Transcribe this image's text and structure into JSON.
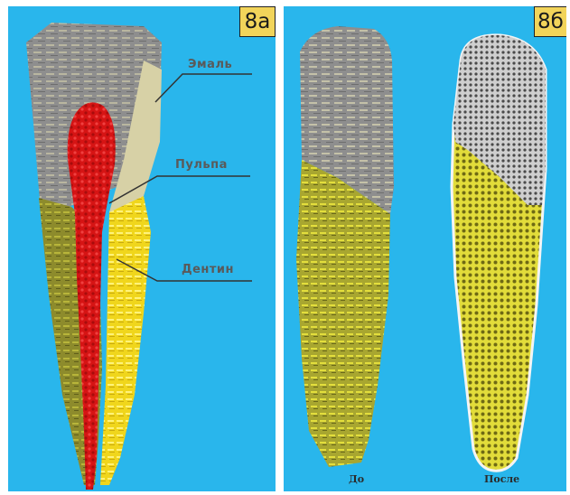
{
  "panel_a": {
    "badge": "8а",
    "labels": {
      "enamel": "Эмаль",
      "pulp": "Пульпа",
      "dentin": "Дентин"
    }
  },
  "panel_b": {
    "badge": "8б",
    "captions": {
      "before": "До",
      "after": "После"
    }
  },
  "colors": {
    "background": "#29b6ec",
    "enamel": "#8f8f8f",
    "enamel_light": "#d8d2a8",
    "pulp": "#d81818",
    "dentin": "#e6d422",
    "dentin_dark": "#8c8a2a",
    "badge": "#f2d45a"
  }
}
